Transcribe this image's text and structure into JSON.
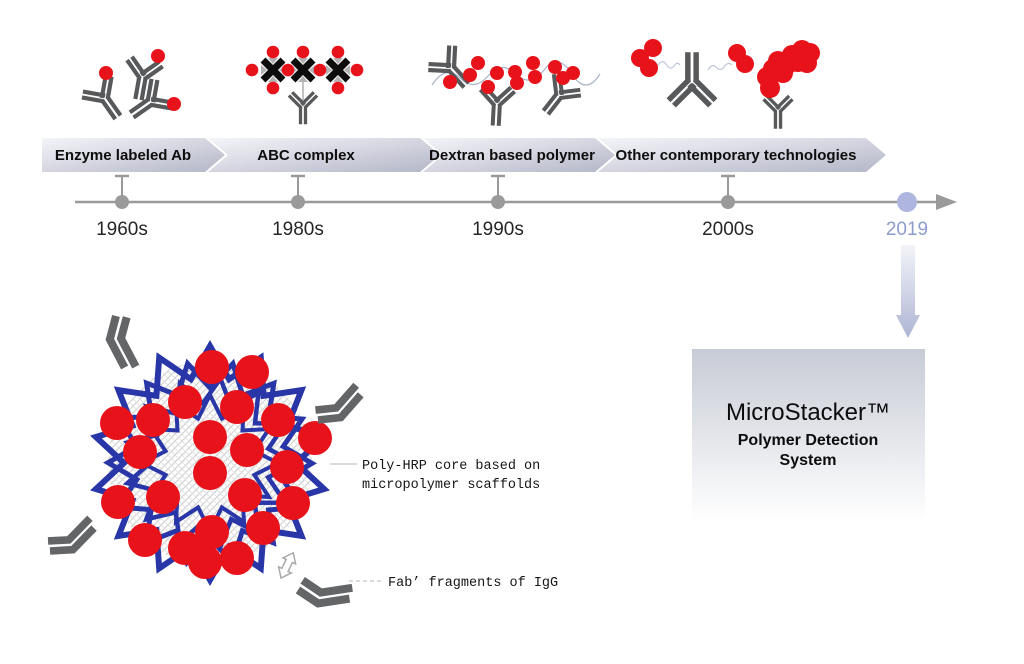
{
  "colors": {
    "enzyme_red": "#e8121a",
    "antibody_gray": "#58595b",
    "mesh_blue": "#2836a8",
    "timeline_gray": "#9a9a9a",
    "highlight_lavender": "#aeb6e0",
    "highlight_text": "#8e9bce",
    "banner_gradient_light": "#f4f5f9",
    "banner_gradient_dark": "#b5b6c7"
  },
  "timeline": {
    "eras": [
      {
        "label": "Enzyme labeled Ab",
        "year": "1960s"
      },
      {
        "label": "ABC complex",
        "year": "1980s"
      },
      {
        "label": "Dextran based polymer",
        "year": "1990s"
      },
      {
        "label": "Other contemporary technologies",
        "year": "2000s"
      }
    ],
    "highlight_year": "2019"
  },
  "product": {
    "name": "MicroStacker™",
    "subtitle_line1": "Polymer Detection",
    "subtitle_line2": "System"
  },
  "figure": {
    "core_label_line1": "Poly-HRP core based on",
    "core_label_line2": "micropolymer scaffolds",
    "fab_label": "Fab’ fragments of IgG"
  }
}
